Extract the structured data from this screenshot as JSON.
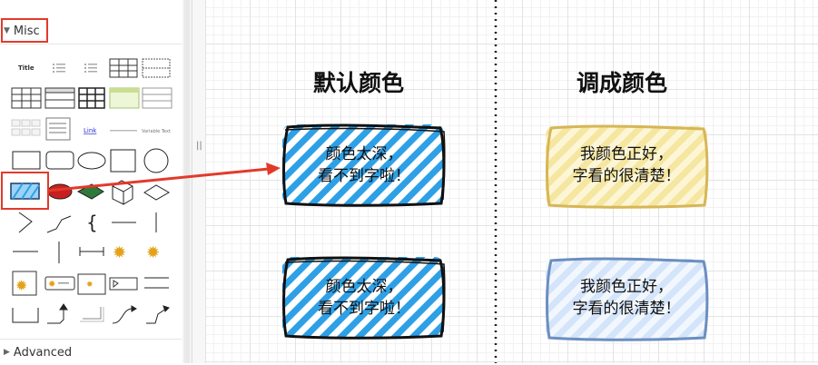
{
  "sidebar": {
    "misc_label": "Misc",
    "advanced_label": "Advanced",
    "shape_labels": {
      "title": "Title",
      "link": "Link",
      "variable_text": "Variable Text"
    }
  },
  "canvas": {
    "left_title": "默认颜色",
    "right_title": "调成颜色",
    "dark_card_line1": "颜色太深，",
    "dark_card_line2": "看不到字啦！",
    "light_card_line1": "我颜色正好，",
    "light_card_line2": "字看的很清楚！"
  },
  "colors": {
    "highlight_red": "#e23a2a",
    "hatch_blue": "#2ea0e6",
    "yellow_fill": "#f7e9a8",
    "yellow_stroke": "#d6b656",
    "blue_fill": "#dae8fc",
    "blue_stroke": "#6c8ebf"
  },
  "icons": {
    "collapse": "triangle-down",
    "expand": "triangle-right"
  }
}
